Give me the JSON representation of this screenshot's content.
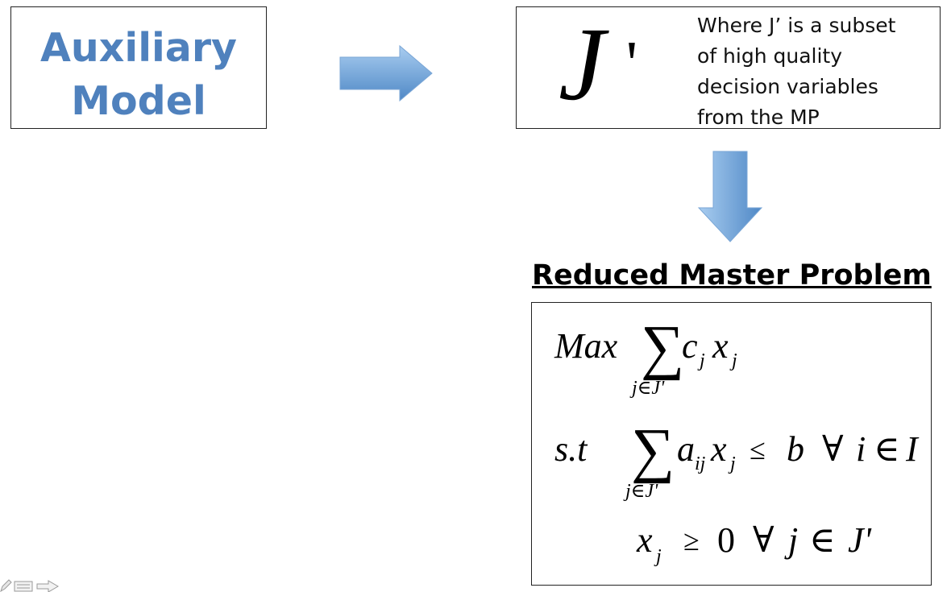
{
  "aux_box": {
    "title": "Auxiliary\nModel"
  },
  "j_box": {
    "symbol": "J",
    "prime": "'",
    "note": "Where J’ is a subset\nof high quality\ndecision variables\nfrom the MP"
  },
  "rmp": {
    "title": "Reduced Master Problem",
    "objective": {
      "max_label": "Max",
      "sum_index": "j∈J'",
      "coef": "c",
      "coef_sub": "j",
      "var": "x",
      "var_sub": "j"
    },
    "constraint": {
      "st_label": "s.t",
      "sum_index": "j∈J'",
      "coef": "a",
      "coef_sub": "ij",
      "var": "x",
      "var_sub": "j",
      "leq": "≤",
      "rhs": "b",
      "forall": "∀",
      "index": "i",
      "in": "∈",
      "set": "I"
    },
    "nonneg": {
      "var": "x",
      "var_sub": "j",
      "geq": "≥",
      "zero": "0",
      "forall": "∀",
      "index": "j",
      "in": "∈",
      "set": "J'"
    }
  },
  "colors": {
    "accent": "#4f81bd",
    "arrow_light": "#9cc3ea",
    "arrow_dark": "#4f88c6"
  },
  "icons": [
    "pencil-icon",
    "slide-menu-icon",
    "next-arrow-icon"
  ]
}
